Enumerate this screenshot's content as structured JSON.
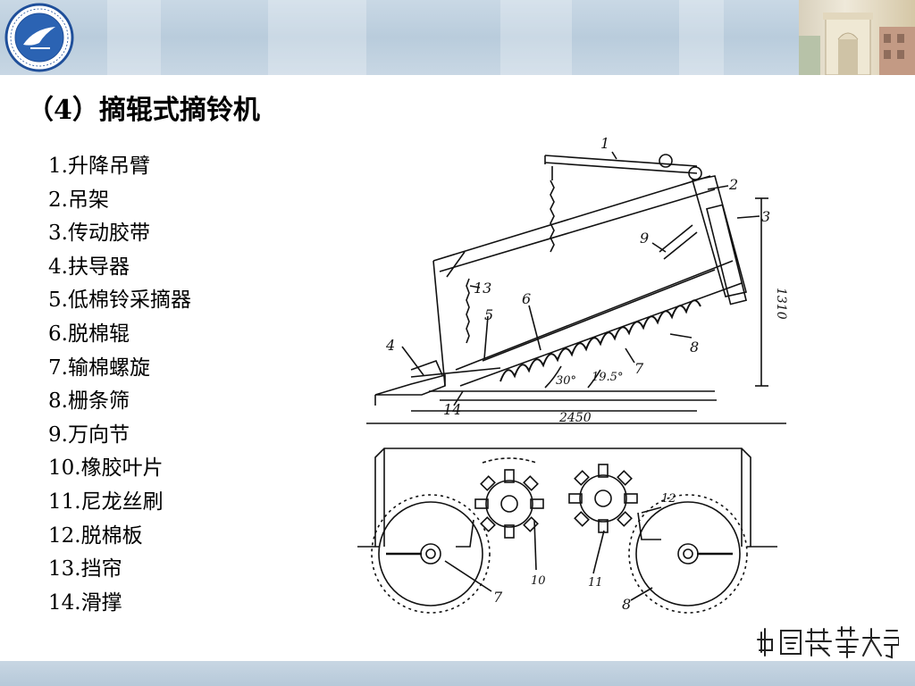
{
  "header": {
    "logo_text": "中國農業大學 COLLEGE OF ENGINEERING"
  },
  "title": "（4）摘辊式摘铃机",
  "parts": [
    {
      "label": "1.升降吊臂"
    },
    {
      "label": "2.吊架"
    },
    {
      "label": "3.传动胶带"
    },
    {
      "label": "4.扶导器"
    },
    {
      "label": "5.低棉铃采摘器"
    },
    {
      "label": "6.脱棉辊"
    },
    {
      "label": "7.输棉螺旋"
    },
    {
      "label": "8.栅条筛"
    },
    {
      "label": "9.万向节"
    },
    {
      "label": "10.橡胶叶片"
    },
    {
      "label": "11.尼龙丝刷"
    },
    {
      "label": "12.脱棉板"
    },
    {
      "label": "13.挡帘"
    },
    {
      "label": "14.滑撑"
    }
  ],
  "diagram": {
    "labels": {
      "l1": "1",
      "l2": "2",
      "l3": "3",
      "l4": "4",
      "l5": "5",
      "l6": "6",
      "l7": "7",
      "l8": "8",
      "l9": "9",
      "l13": "13",
      "l14": "14",
      "dim_length": "2450",
      "dim_height": "1310",
      "angle_a": "30°",
      "angle_b": "19.5°",
      "b7": "7",
      "b8": "8",
      "b10": "10",
      "b11": "11",
      "b12": "12"
    }
  },
  "footer": {
    "signature": "中國農業大學"
  },
  "colors": {
    "banner": "#bfd0df",
    "text": "#000000"
  }
}
